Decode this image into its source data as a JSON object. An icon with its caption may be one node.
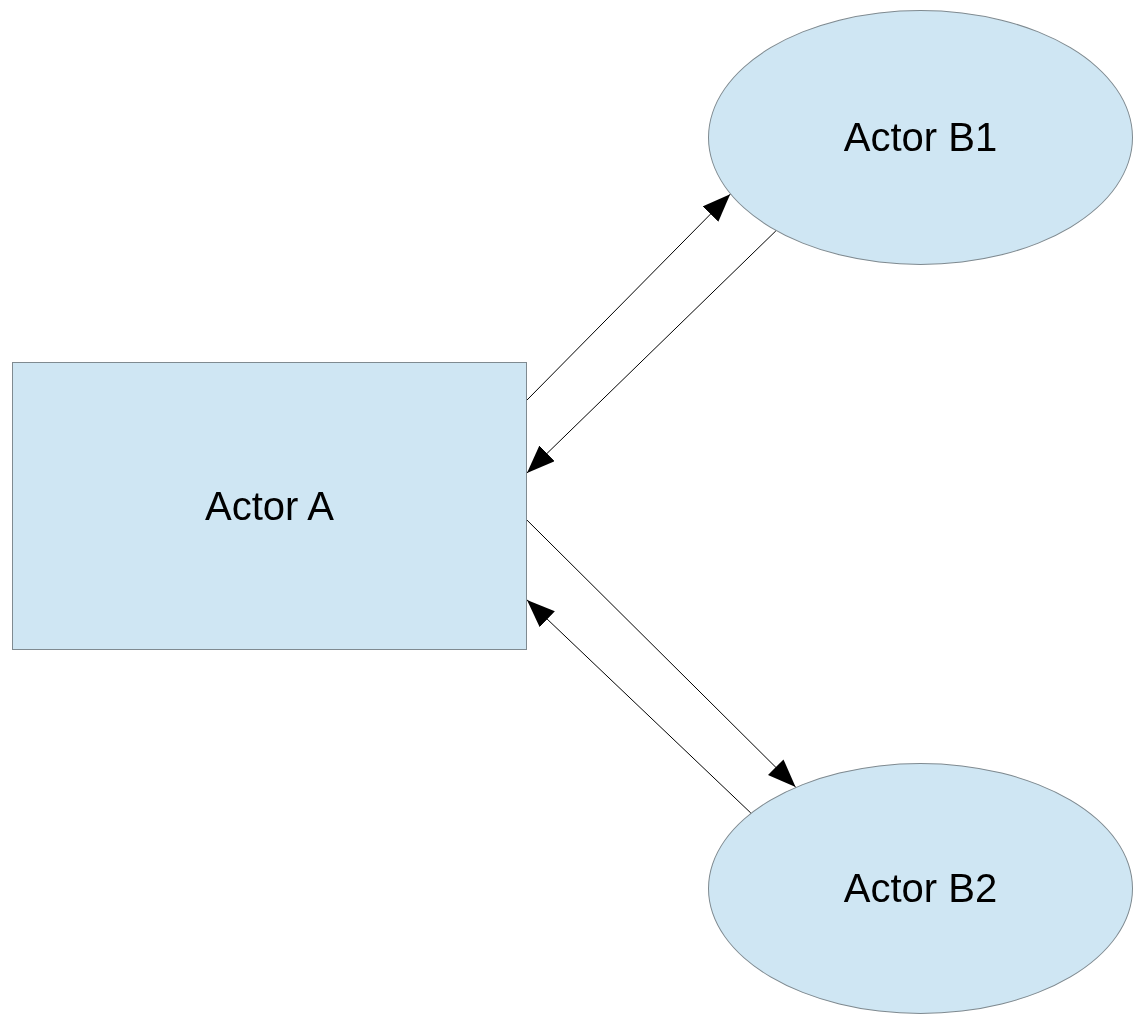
{
  "diagram": {
    "nodes": [
      {
        "text": [
          "Actor A"
        ]
      },
      {
        "text": [
          "Actor B1"
        ]
      },
      {
        "text": [
          "Actor B2"
        ]
      }
    ],
    "edges": [
      {
        "from": 0,
        "to": 1,
        "arrow": "to"
      },
      {
        "from": 1,
        "to": 0,
        "arrow": "to"
      },
      {
        "from": 0,
        "to": 2,
        "arrow": "to"
      },
      {
        "from": 2,
        "to": 0,
        "arrow": "to"
      }
    ]
  }
}
